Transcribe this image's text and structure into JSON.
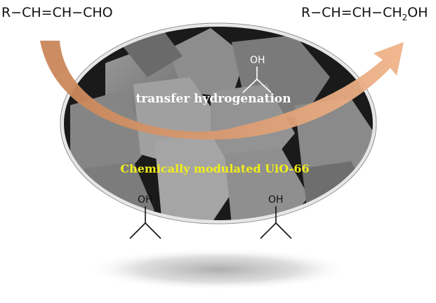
{
  "reactant": "R−CH=CH−CHO",
  "product": {
    "main": "R−CH=CH−CH",
    "subscript": "2",
    "tail": "OH"
  },
  "hydroxyl_label": "OH",
  "process_label": "transfer hydrogenation",
  "catalyst_label": "Chemically modulated UiO-66",
  "colors": {
    "arrow": "#d9956a",
    "catalyst_text": "#f2ee1a",
    "background": "#1a1a1a"
  }
}
